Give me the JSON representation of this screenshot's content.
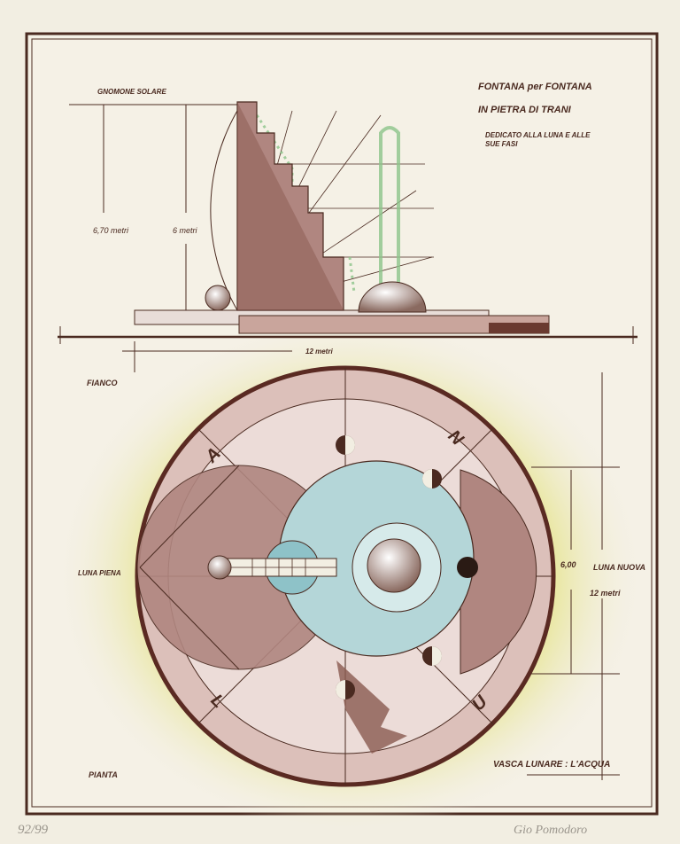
{
  "title": {
    "line1": "FONTANA per FONTANA",
    "line2": "IN PIETRA DI TRANI",
    "dedication1": "DEDICATO ALLA LUNA E ALLE",
    "dedication2": "SUE FASI"
  },
  "elevation": {
    "label": "FIANCO",
    "gnomon_label": "GNOMONE SOLARE",
    "height_total": "6,70 metri",
    "height_gnomon": "6 metri",
    "width": "12 metri"
  },
  "plan": {
    "label": "PIANTA",
    "full_moon": "LUNA PIENA",
    "new_moon": "LUNA NUOVA",
    "radius_dim": "6,00",
    "diameter_dim": "12 metri",
    "basin": "VASCA LUNARE : L'ACQUA",
    "letters": [
      "A",
      "N",
      "U",
      "L"
    ]
  },
  "edition": "92/99",
  "signature": "Gio Pomodoro",
  "colors": {
    "paper": "#f2eee2",
    "ink": "#4a2a20",
    "stone": "#c9a59c",
    "water": "#b4d6d8",
    "glow": "#e8e69a",
    "jet": "#8cc48a"
  }
}
